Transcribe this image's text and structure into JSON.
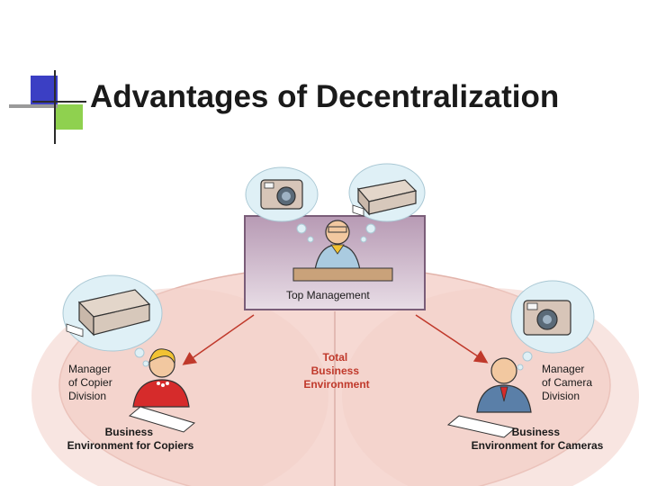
{
  "slide": {
    "title": "Advantages of Decentralization"
  },
  "diagram": {
    "top_management": "Top Management",
    "center": [
      "Total",
      "Business",
      "Environment"
    ],
    "left_manager": [
      "Manager",
      "of Copier",
      "Division"
    ],
    "right_manager": [
      "Manager",
      "of Camera",
      "Division"
    ],
    "left_env": [
      "Business",
      "Environment for Copiers"
    ],
    "right_env": [
      "Business",
      "Environment for Cameras"
    ]
  },
  "colors": {
    "accent_blue": "#3b3fc4",
    "accent_green": "#8fd14f",
    "ellipse_fill": "#f6d9d3",
    "arrow_red": "#c0392b",
    "panel_purple": "#a889a6"
  }
}
